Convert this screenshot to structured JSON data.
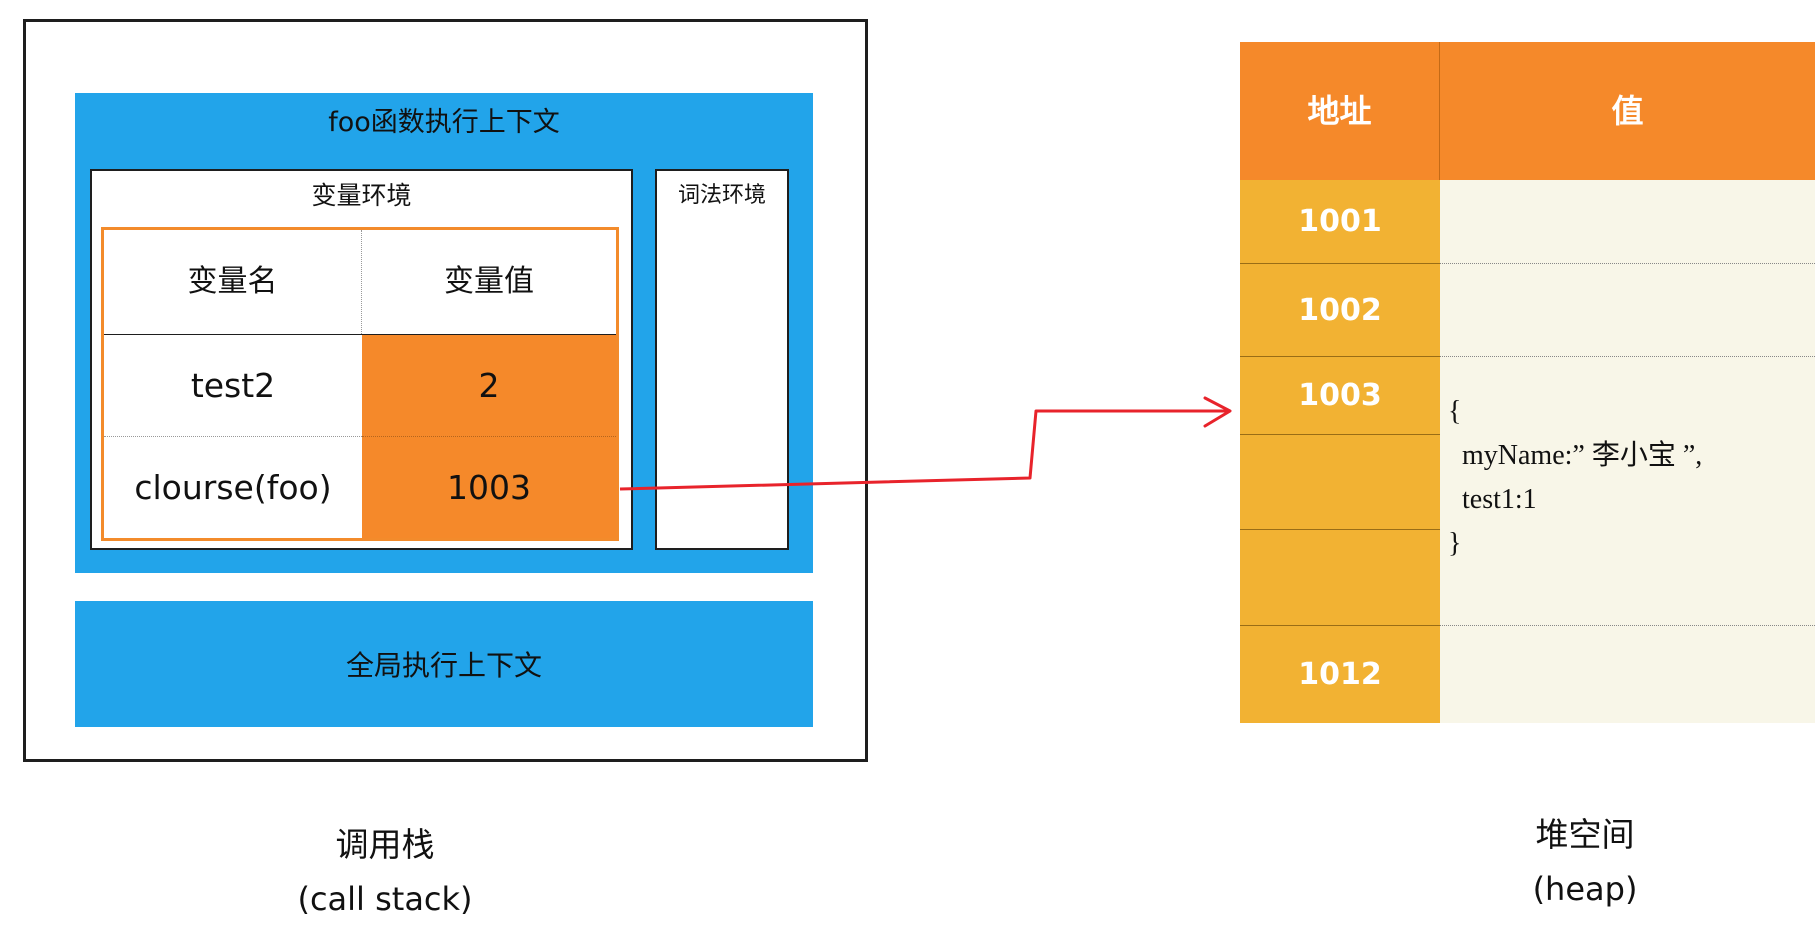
{
  "call_stack": {
    "foo_context_title": "foo函数执行上下文",
    "variable_env_title": "变量环境",
    "lexical_env_title": "词法环境",
    "table": {
      "headers": [
        "变量名",
        "变量值"
      ],
      "rows": [
        {
          "name": "test2",
          "value": "2"
        },
        {
          "name": "clourse(foo)",
          "value": "1003"
        }
      ]
    },
    "global_context_title": "全局执行上下文",
    "caption": "调用栈",
    "caption_sub": "(call stack)"
  },
  "heap": {
    "headers": [
      "地址",
      "值"
    ],
    "addresses": [
      "1001",
      "1002",
      "1003",
      "",
      "",
      "1012"
    ],
    "object_lines": [
      "{",
      "  myName:” 李小宝 ”,",
      "  test1:1",
      "}"
    ],
    "caption": "堆空间",
    "caption_sub": "(heap)"
  },
  "colors": {
    "context_blue": "#22a4ea",
    "orange": "#f5892a",
    "address_yellow": "#f2b233",
    "value_bg": "#f8f6e8",
    "arrow_red": "#e8232b"
  }
}
